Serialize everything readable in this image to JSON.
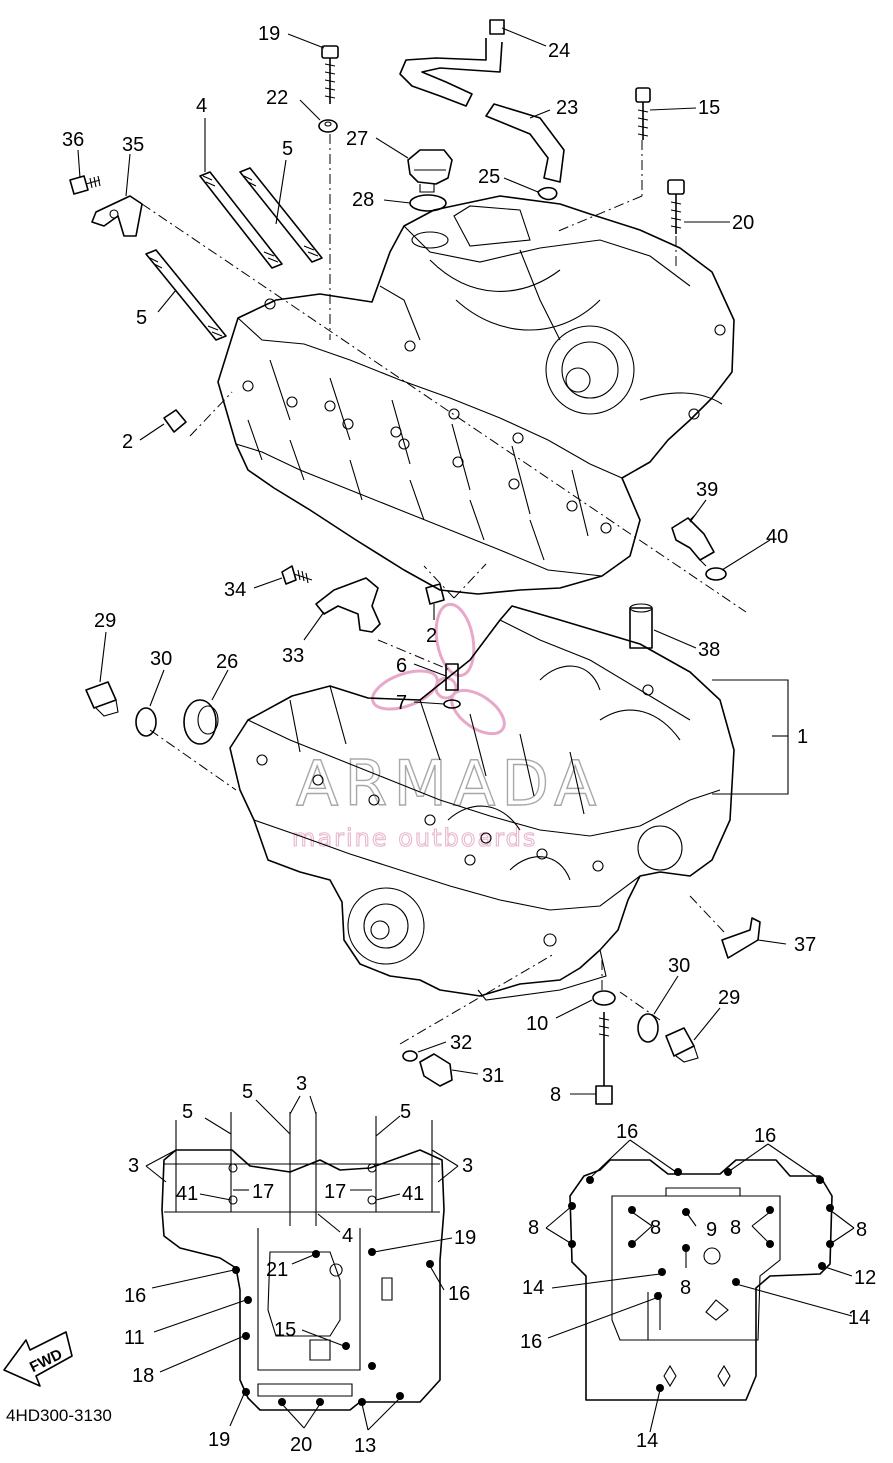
{
  "diagram_code": "4HD300-3130",
  "fwd_label": "FWD",
  "watermark": {
    "brand": "ARMADA",
    "tagline": "marine outboards"
  },
  "callouts": [
    {
      "id": "c19a",
      "text": "19"
    },
    {
      "id": "c24",
      "text": "24"
    },
    {
      "id": "c22",
      "text": "22"
    },
    {
      "id": "c23",
      "text": "23"
    },
    {
      "id": "c15a",
      "text": "15"
    },
    {
      "id": "c4a",
      "text": "4"
    },
    {
      "id": "c27",
      "text": "27"
    },
    {
      "id": "c36",
      "text": "36"
    },
    {
      "id": "c35",
      "text": "35"
    },
    {
      "id": "c5a",
      "text": "5"
    },
    {
      "id": "c25",
      "text": "25"
    },
    {
      "id": "c28",
      "text": "28"
    },
    {
      "id": "c20a",
      "text": "20"
    },
    {
      "id": "c5b",
      "text": "5"
    },
    {
      "id": "c2a",
      "text": "2"
    },
    {
      "id": "c39",
      "text": "39"
    },
    {
      "id": "c40",
      "text": "40"
    },
    {
      "id": "c34",
      "text": "34"
    },
    {
      "id": "c29a",
      "text": "29"
    },
    {
      "id": "c33",
      "text": "33"
    },
    {
      "id": "c2b",
      "text": "2"
    },
    {
      "id": "c38",
      "text": "38"
    },
    {
      "id": "c30a",
      "text": "30"
    },
    {
      "id": "c26",
      "text": "26"
    },
    {
      "id": "c6",
      "text": "6"
    },
    {
      "id": "c7",
      "text": "7"
    },
    {
      "id": "c1",
      "text": "1"
    },
    {
      "id": "c37",
      "text": "37"
    },
    {
      "id": "c30b",
      "text": "30"
    },
    {
      "id": "c29b",
      "text": "29"
    },
    {
      "id": "c10",
      "text": "10"
    },
    {
      "id": "c32",
      "text": "32"
    },
    {
      "id": "c31",
      "text": "31"
    },
    {
      "id": "c8a",
      "text": "8"
    },
    {
      "id": "c3a",
      "text": "3"
    },
    {
      "id": "c5c",
      "text": "5"
    },
    {
      "id": "c5d",
      "text": "5"
    },
    {
      "id": "c5e",
      "text": "5"
    },
    {
      "id": "c3b",
      "text": "3"
    },
    {
      "id": "c3c",
      "text": "3"
    },
    {
      "id": "c41a",
      "text": "41"
    },
    {
      "id": "c17a",
      "text": "17"
    },
    {
      "id": "c17b",
      "text": "17"
    },
    {
      "id": "c41b",
      "text": "41"
    },
    {
      "id": "c4b",
      "text": "4"
    },
    {
      "id": "c19b",
      "text": "19"
    },
    {
      "id": "c21",
      "text": "21"
    },
    {
      "id": "c16a",
      "text": "16"
    },
    {
      "id": "c16b",
      "text": "16"
    },
    {
      "id": "c11",
      "text": "11"
    },
    {
      "id": "c15b",
      "text": "15"
    },
    {
      "id": "c18",
      "text": "18"
    },
    {
      "id": "c19c",
      "text": "19"
    },
    {
      "id": "c20b",
      "text": "20"
    },
    {
      "id": "c13",
      "text": "13"
    },
    {
      "id": "c16c",
      "text": "16"
    },
    {
      "id": "c16d",
      "text": "16"
    },
    {
      "id": "c8b",
      "text": "8"
    },
    {
      "id": "c8c",
      "text": "8"
    },
    {
      "id": "c9",
      "text": "9"
    },
    {
      "id": "c8d",
      "text": "8"
    },
    {
      "id": "c8e",
      "text": "8"
    },
    {
      "id": "c14a",
      "text": "14"
    },
    {
      "id": "c8f",
      "text": "8"
    },
    {
      "id": "c12",
      "text": "12"
    },
    {
      "id": "c14b",
      "text": "14"
    },
    {
      "id": "c16e",
      "text": "16"
    },
    {
      "id": "c14c",
      "text": "14"
    }
  ]
}
